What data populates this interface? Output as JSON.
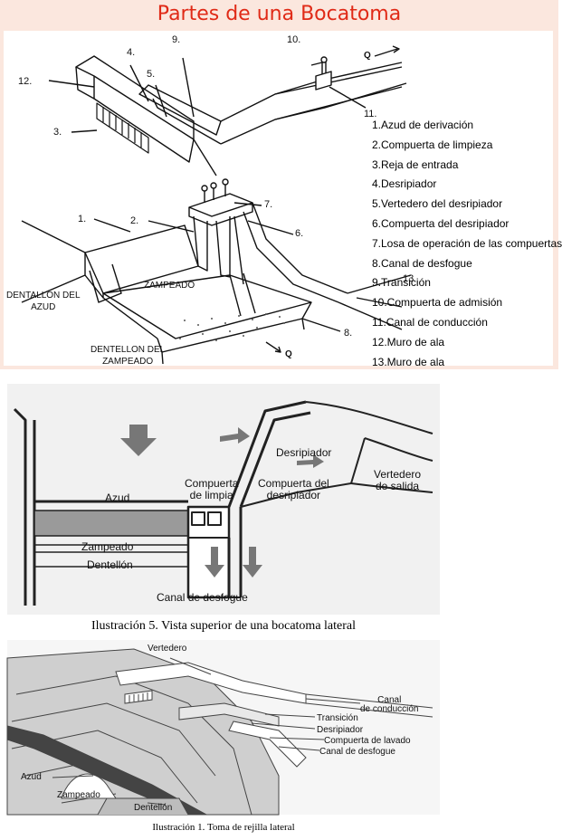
{
  "title": "Partes de una Bocatoma",
  "diagram1": {
    "numbers": [
      "1.",
      "2.",
      "3.",
      "4.",
      "5.",
      "6.",
      "7.",
      "8.",
      "9.",
      "10.",
      "11.",
      "12.",
      "13"
    ],
    "labels": {
      "dentallon_azud": "DENTALLON DEL\nAZUD",
      "zampeado": "ZAMPEADO",
      "dentellon_zampeado": "DENTELLON DEL\nZAMPEADO",
      "flow_q": "Q",
      "flow_q2": "Q"
    },
    "legend": [
      "1.Azud de derivación",
      "2.Compuerta de limpieza",
      "3.Reja de entrada",
      "4.Desripiador",
      "5.Vertedero del desripiador",
      "6.Compuerta del desripiador",
      "7.Losa de operación de las compuertas",
      "8.Canal de desfogue",
      "9.Transición",
      "10.Compuerta de admisión",
      "11.Canal de conducción",
      "12.Muro de ala",
      "13.Muro de ala"
    ]
  },
  "diagram2": {
    "labels": {
      "desripiador": "Desripiador",
      "compuerta_limpia": "Compuerta\nde limpia",
      "compuerta_desripiador": "Compuerta del\ndesripiador",
      "vertedero_salida": "Vertedero\nde salida",
      "azud": "Azud",
      "zampeado": "Zampeado",
      "dentellon": "Dentellón",
      "canal_desfogue": "Canal de desfogue"
    },
    "caption": "Ilustración 5. Vista superior de una  bocatoma lateral"
  },
  "diagram3": {
    "labels": {
      "vertedero": "Vertedero",
      "canal_conduccion": "Canal\nde conducción",
      "transicion": "Transición",
      "desripiador": "Desripiador",
      "compuerta_lavado": "Compuerta de lavado",
      "canal_desfogue": "Canal de desfogue",
      "azud": "Azud",
      "zampeado": "Zampeado",
      "dentellon": "Dentellón"
    },
    "caption": "Ilustración 1. Toma de rejilla lateral"
  }
}
